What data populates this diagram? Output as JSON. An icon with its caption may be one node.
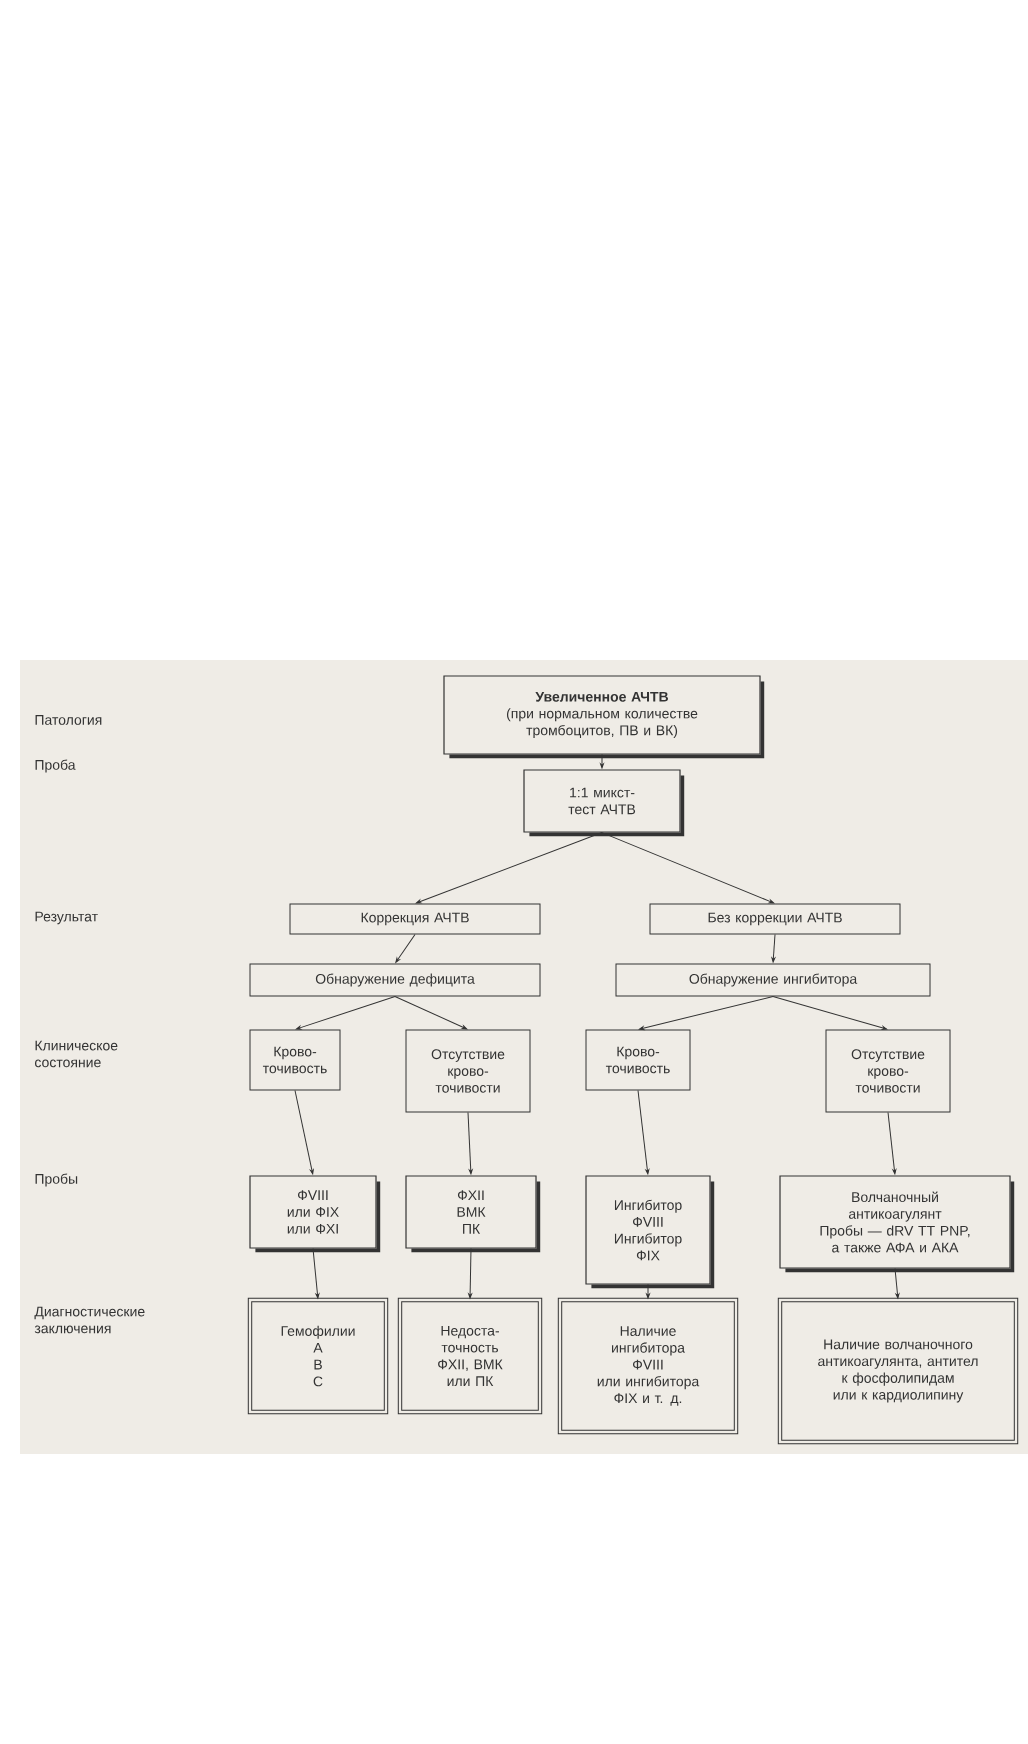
{
  "diagram": {
    "nodes": [
      {
        "text": [
          "Увеличенное АЧТВ",
          "(при нормальном количестве тромбоцитов, ПВ и ВК)"
        ]
      },
      {
        "text": [
          "1:1 микст-тест АЧТВ"
        ]
      },
      {
        "text": [
          "Коррекция АЧТВ"
        ]
      },
      {
        "text": [
          "Без коррекции АЧТВ"
        ]
      },
      {
        "text": [
          "Обнаружение дефицита"
        ]
      },
      {
        "text": [
          "Обнаружение ингибитора"
        ]
      },
      {
        "text": [
          "Крово- точивость"
        ]
      },
      {
        "text": [
          "Отсутствие крово- точивости"
        ]
      },
      {
        "text": [
          "Крово- точивость"
        ]
      },
      {
        "text": [
          "Отсутствие крово- точивости"
        ]
      },
      {
        "text": [
          "ФVIII или ФIX или ФXI"
        ]
      },
      {
        "text": [
          "ФXII ВМК ПК"
        ]
      },
      {
        "text": [
          "Ингибитор ФVIII Ингибитор ФIX"
        ]
      },
      {
        "text": [
          "Волчаночный антикоагулянт",
          "Пробы — dRV TT PNP, а также АФА и АКА"
        ]
      },
      {
        "text": [
          "Гемофилии",
          "А",
          "В",
          "С"
        ]
      },
      {
        "text": [
          "Недоста- точность ФXII, ВМК или ПК"
        ]
      },
      {
        "text": [
          "Наличие ингибитора ФVIII",
          "или ингибитора ФIX и т. д."
        ]
      },
      {
        "text": [
          "Наличие волчаночного антикоагулянта, антител к фосфолипидам или к кардиолипину"
        ]
      }
    ],
    "edges": [
      {
        "from": 0,
        "to": 1,
        "arrow": "to"
      },
      {
        "from": 1,
        "to": 2,
        "arrow": "to"
      },
      {
        "from": 1,
        "to": 3,
        "arrow": "to"
      },
      {
        "from": 2,
        "to": 4,
        "arrow": "to"
      },
      {
        "from": 3,
        "to": 5,
        "arrow": "to"
      },
      {
        "from": 4,
        "to": 6,
        "arrow": "to"
      },
      {
        "from": 4,
        "to": 7,
        "arrow": "to"
      },
      {
        "from": 5,
        "to": 8,
        "arrow": "to"
      },
      {
        "from": 5,
        "to": 9,
        "arrow": "to"
      },
      {
        "from": 6,
        "to": 10,
        "arrow": "to"
      },
      {
        "from": 7,
        "to": 11,
        "arrow": "to"
      },
      {
        "from": 8,
        "to": 12,
        "arrow": "to"
      },
      {
        "from": 9,
        "to": 13,
        "arrow": "to"
      },
      {
        "from": 10,
        "to": 14,
        "arrow": "to"
      },
      {
        "from": 11,
        "to": 15,
        "arrow": "to"
      },
      {
        "from": 12,
        "to": 16,
        "arrow": "to"
      },
      {
        "from": 13,
        "to": 17,
        "arrow": "to"
      }
    ],
    "labels": [
      "Патология",
      "Проба",
      "Результат",
      "Клиническое состояние",
      "Пробы",
      "Диагностические заключения"
    ]
  }
}
